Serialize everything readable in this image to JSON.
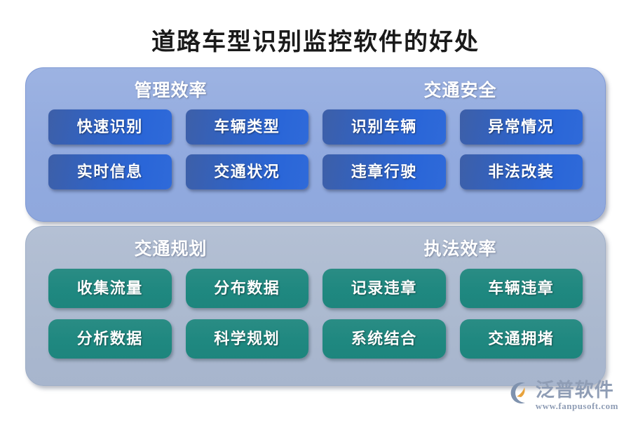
{
  "title": "道路车型识别监控软件的好处",
  "panels": [
    {
      "id": "benefits-blue-panel",
      "theme": "blue",
      "sections": [
        {
          "header": "管理效率"
        },
        {
          "header": "交通安全"
        }
      ],
      "rows": [
        [
          "快速识别",
          "车辆类型",
          "识别车辆",
          "异常情况"
        ],
        [
          "实时信息",
          "交通状况",
          "违章行驶",
          "非法改装"
        ]
      ]
    },
    {
      "id": "benefits-gray-panel",
      "theme": "gray",
      "sections": [
        {
          "header": "交通规划"
        },
        {
          "header": "执法效率"
        }
      ],
      "rows": [
        [
          "收集流量",
          "分布数据",
          "记录违章",
          "车辆违章"
        ],
        [
          "分析数据",
          "科学规划",
          "系统结合",
          "交通拥堵"
        ]
      ]
    }
  ],
  "logo": {
    "name": "泛普软件",
    "url": "www.fanpusoft.com",
    "mark_color": "#7f92ae",
    "accent_color": "#e8a33d"
  },
  "colors": {
    "title_text": "#1a1a1a",
    "panel_blue": "#93abdf",
    "panel_gray": "#abb9cf",
    "box_blue": "#2f63c7",
    "box_green": "#1f8880",
    "box_text": "#ffffff",
    "section_header_text": "#ffffff"
  }
}
